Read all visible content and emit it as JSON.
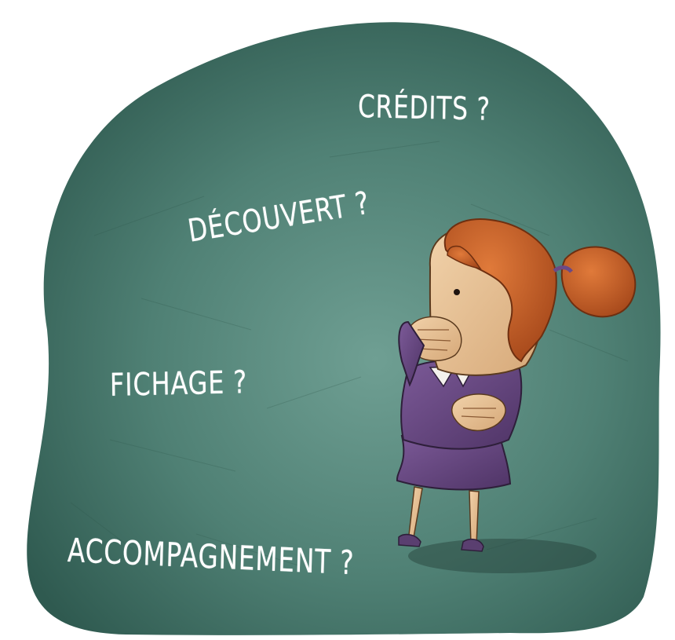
{
  "illustration": {
    "questions": [
      {
        "text": "CRÉDITS ?"
      },
      {
        "text": "DÉCOUVERT ?"
      },
      {
        "text": "FICHAGE ?"
      },
      {
        "text": "ACCOMPAGNEMENT ?"
      }
    ],
    "colors": {
      "background": "#3f6e63",
      "background_light": "#6a9b8f",
      "hair": "#c8612a",
      "suit": "#6b4a85",
      "skin": "#e9c49a",
      "text": "#ffffff"
    }
  }
}
